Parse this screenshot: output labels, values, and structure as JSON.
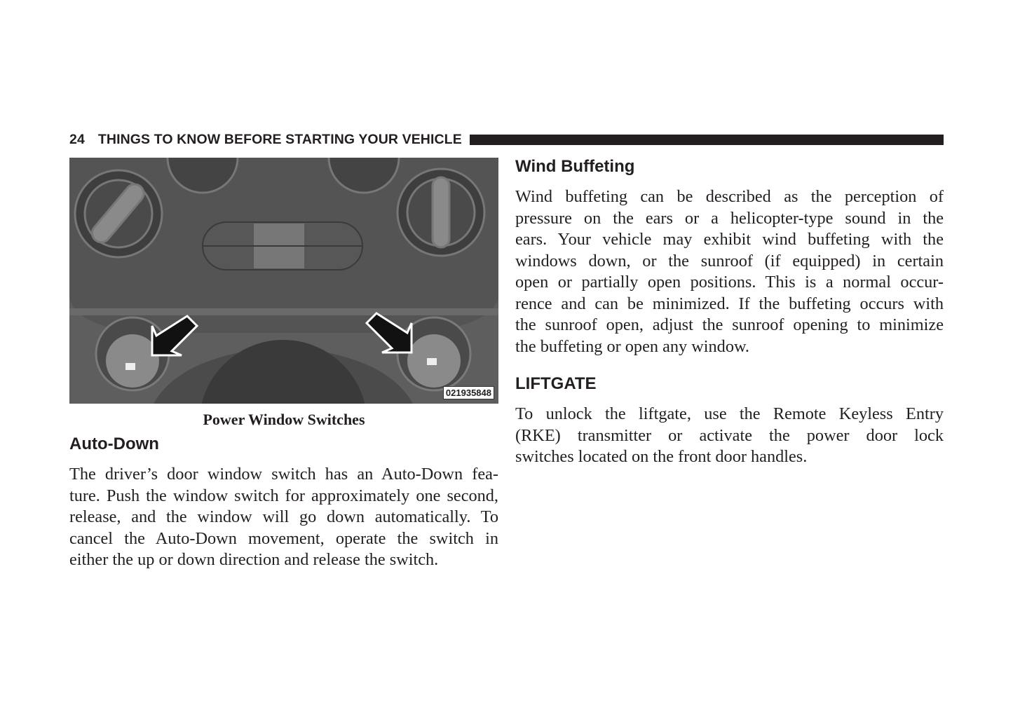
{
  "header": {
    "page_number": "24",
    "title": "THINGS TO KNOW BEFORE STARTING YOUR VEHICLE"
  },
  "figure": {
    "id": "021935848",
    "caption": "Power Window Switches"
  },
  "auto_down": {
    "heading": "Auto-Down",
    "lines": [
      "The driver’s door window switch has an Auto-Down fea-",
      "ture. Push the window switch for approximately one second,",
      "release, and the window will go down automatically. To",
      "cancel the Auto-Down movement, operate the switch in",
      "either the up or down direction and release the switch."
    ]
  },
  "wind_buffeting": {
    "heading": "Wind Buffeting",
    "lines": [
      "Wind buffeting can be described as the perception of",
      "pressure on the ears or a helicopter-type sound in the",
      "ears. Your vehicle may exhibit wind buffeting with the",
      "windows down, or the sunroof (if equipped) in certain",
      "open or partially open positions. This is a normal occur-",
      "rence and can be minimized. If the buffeting occurs with",
      "the sunroof open, adjust the sunroof opening to minimize",
      "the buffeting or open any window."
    ]
  },
  "liftgate": {
    "heading": "LIFTGATE",
    "lines": [
      "To unlock the liftgate, use the Remote Keyless Entry",
      "(RKE) transmitter or activate the power door lock",
      "switches located on the front door handles."
    ]
  }
}
